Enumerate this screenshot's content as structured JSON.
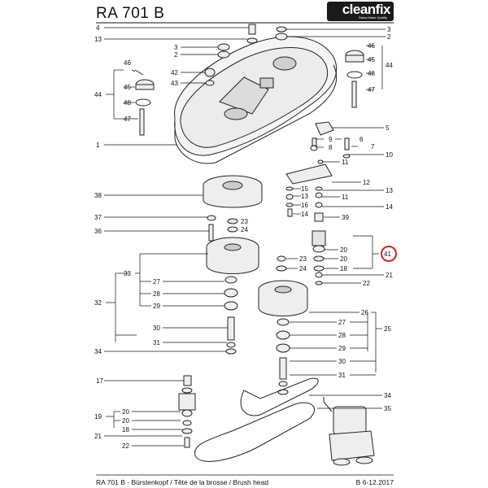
{
  "header": {
    "title": "RA 701 B",
    "logo_text": "cleanfix",
    "logo_sub": "Swiss Made Quality"
  },
  "footer": {
    "caption": "RA 701 B - Bürstenkopf / Tête de la brosse / Brush head",
    "doc_ref": "B 6-12.2017"
  },
  "highlight_color": "#d9251c",
  "labels": {
    "l4": "4",
    "l13a": "13",
    "l3a": "3",
    "l2a": "2",
    "l42": "42",
    "l43": "43",
    "l46a": "46",
    "l45a": "45",
    "l44a": "44",
    "l48a": "48",
    "l47a": "47",
    "l1": "1",
    "l38": "38",
    "l37": "37",
    "l36": "36",
    "l33": "33",
    "l32": "32",
    "l27a": "27",
    "l28a": "28",
    "l29a": "29",
    "l30a": "30",
    "l31a": "31",
    "l34a": "34",
    "l17": "17",
    "l19": "19",
    "l20a": "20",
    "l20b": "20",
    "l18a": "18",
    "l21a": "21",
    "l22a": "22",
    "l23a": "23",
    "l24a": "24",
    "l15": "15",
    "l13b": "13",
    "l16": "16",
    "l14a": "14",
    "l23b": "23",
    "l24b": "24",
    "r3": "3",
    "r2": "2",
    "r46": "46",
    "r45": "45",
    "r44": "44",
    "r48": "48",
    "r47": "47",
    "r5": "5",
    "r9": "9",
    "r6": "6",
    "r8": "8",
    "r7": "7",
    "r10": "10",
    "r11a": "11",
    "r12": "12",
    "r13": "13",
    "r11b": "11",
    "r14": "14",
    "r39": "39",
    "r20a": "20",
    "r20b": "20",
    "r41": "41",
    "r18": "18",
    "r21": "21",
    "r22": "22",
    "r26": "26",
    "r25": "25",
    "r27": "27",
    "r28": "28",
    "r29": "29",
    "r30": "30",
    "r31": "31",
    "r34": "34",
    "r35": "35"
  }
}
